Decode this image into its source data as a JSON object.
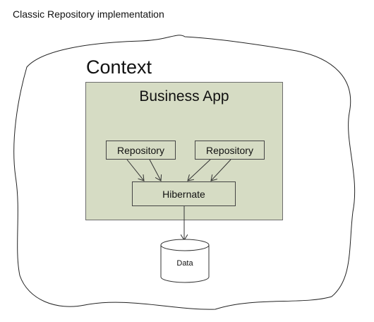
{
  "caption": "Classic Repository implementation",
  "context": {
    "label": "Context"
  },
  "business_app": {
    "title": "Business App",
    "repositories": [
      "Repository",
      "Repository"
    ],
    "orm": "Hibernate"
  },
  "database": {
    "label": "Data"
  }
}
